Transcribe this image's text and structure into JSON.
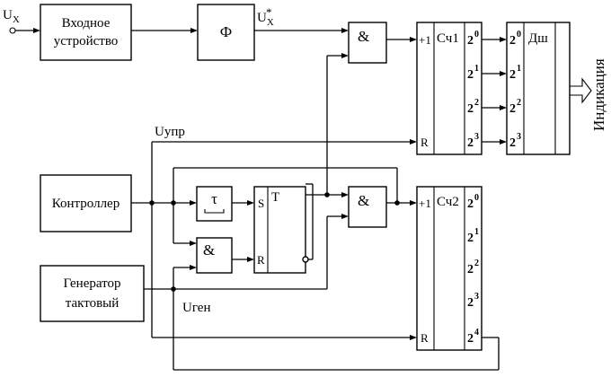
{
  "signals": {
    "ux": "U",
    "ux_sub": "X",
    "uxstar": "U",
    "uxstar_sub": "X",
    "uxstar_sup": "*",
    "uupr": "Uупр",
    "ugen": "Uген",
    "indication": "Индикация"
  },
  "blocks": {
    "input_device_line1": "Входное",
    "input_device_line2": "устройство",
    "phi": "Ф",
    "controller": "Контроллер",
    "generator_line1": "Генератор",
    "generator_line2": "тактовый",
    "tau": "τ",
    "trigger": "T",
    "trigger_s": "S",
    "trigger_r": "R",
    "and1": "&",
    "and2": "&",
    "and3": "&",
    "counter1": "Сч1",
    "counter2": "Сч2",
    "decoder": "Дш"
  },
  "counter_pins": {
    "plus1": "+1",
    "reset": "R",
    "base": "2",
    "c1_exp": [
      "0",
      "1",
      "2",
      "3"
    ],
    "c2_exp": [
      "0",
      "1",
      "2",
      "3",
      "4"
    ]
  }
}
